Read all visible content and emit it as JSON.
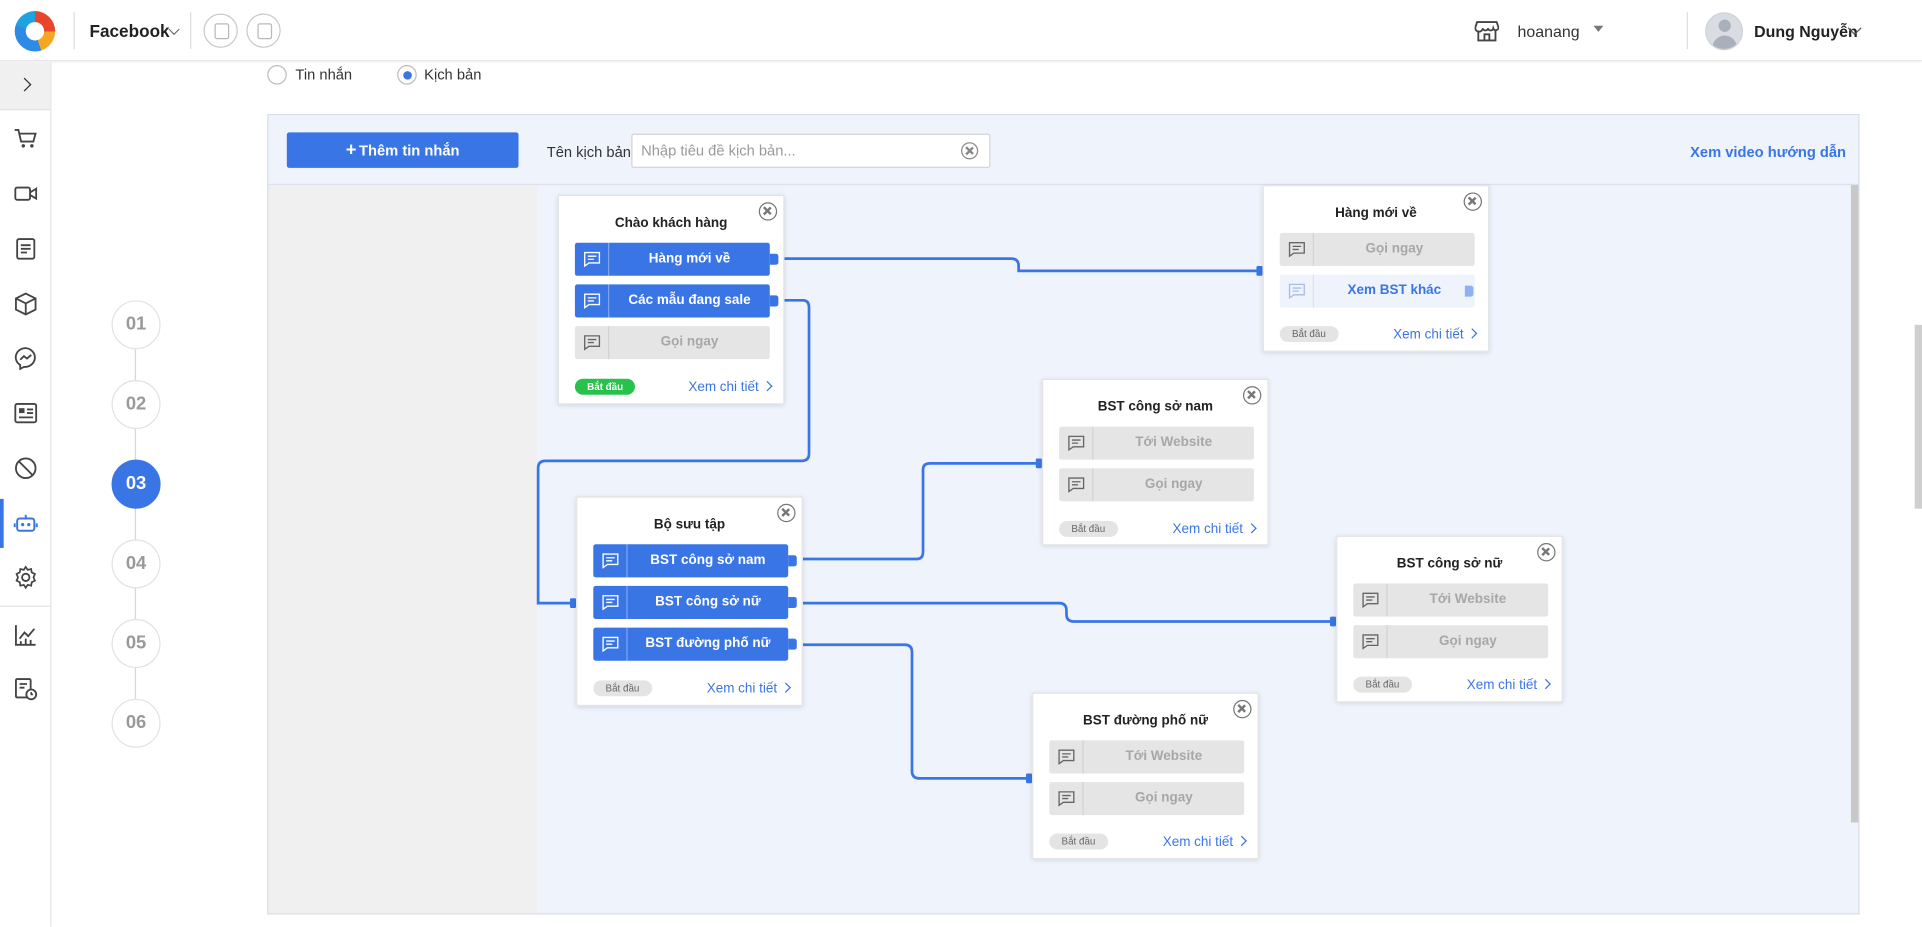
{
  "header": {
    "brand": "Facebook",
    "shop_name": "hoanang",
    "user_name": "Dung Nguyễn"
  },
  "sidebar": {
    "items": [
      {
        "icon": "cart-icon"
      },
      {
        "icon": "video-icon"
      },
      {
        "icon": "document-icon"
      },
      {
        "icon": "box-icon"
      },
      {
        "icon": "messenger-icon"
      },
      {
        "icon": "news-icon"
      },
      {
        "icon": "block-icon"
      },
      {
        "icon": "bot-icon"
      },
      {
        "icon": "gear-icon"
      },
      {
        "icon": "chart-icon"
      },
      {
        "icon": "report-clock-icon"
      }
    ],
    "active_index": 7
  },
  "mode": {
    "options": [
      "Tin nhắn",
      "Kịch bản"
    ],
    "selected": "Kịch bản"
  },
  "steps": [
    "01",
    "02",
    "03",
    "04",
    "05",
    "06"
  ],
  "active_step": "03",
  "toolbar": {
    "add_label": "Thêm tin nhắn",
    "name_label": "Tên kịch bản",
    "name_placeholder": "Nhập tiêu đề kịch bản...",
    "video_link": "Xem video hướng dẫn"
  },
  "cards": {
    "welcome": {
      "title": "Chào khách hàng",
      "buttons": [
        "Hàng mới về",
        "Các mẫu đang sale",
        "Gọi ngay"
      ],
      "badge": "Bắt đầu",
      "detail": "Xem chi tiết"
    },
    "new_arrivals": {
      "title": "Hàng mới về",
      "buttons": [
        "Gọi ngay",
        "Xem BST khác"
      ],
      "badge": "Bắt đầu",
      "detail": "Xem chi tiết"
    },
    "collection": {
      "title": "Bộ sưu tập",
      "buttons": [
        "BST công sở nam",
        "BST công sở nữ",
        "BST đường phố nữ"
      ],
      "badge": "Bắt đầu",
      "detail": "Xem chi tiết"
    },
    "office_men": {
      "title": "BST công sở nam",
      "buttons": [
        "Tới Website",
        "Gọi ngay"
      ],
      "badge": "Bắt đầu",
      "detail": "Xem chi tiết"
    },
    "office_women": {
      "title": "BST công sở nữ",
      "buttons": [
        "Tới Website",
        "Gọi ngay"
      ],
      "badge": "Bắt đầu",
      "detail": "Xem chi tiết"
    },
    "street_women": {
      "title": "BST đường phố nữ",
      "buttons": [
        "Tới Website",
        "Gọi ngay"
      ],
      "badge": "Bắt đầu",
      "detail": "Xem chi tiết"
    }
  },
  "colors": {
    "accent": "#3a75e6",
    "start_badge": "#27c24c",
    "canvas": "#eef3fc"
  }
}
